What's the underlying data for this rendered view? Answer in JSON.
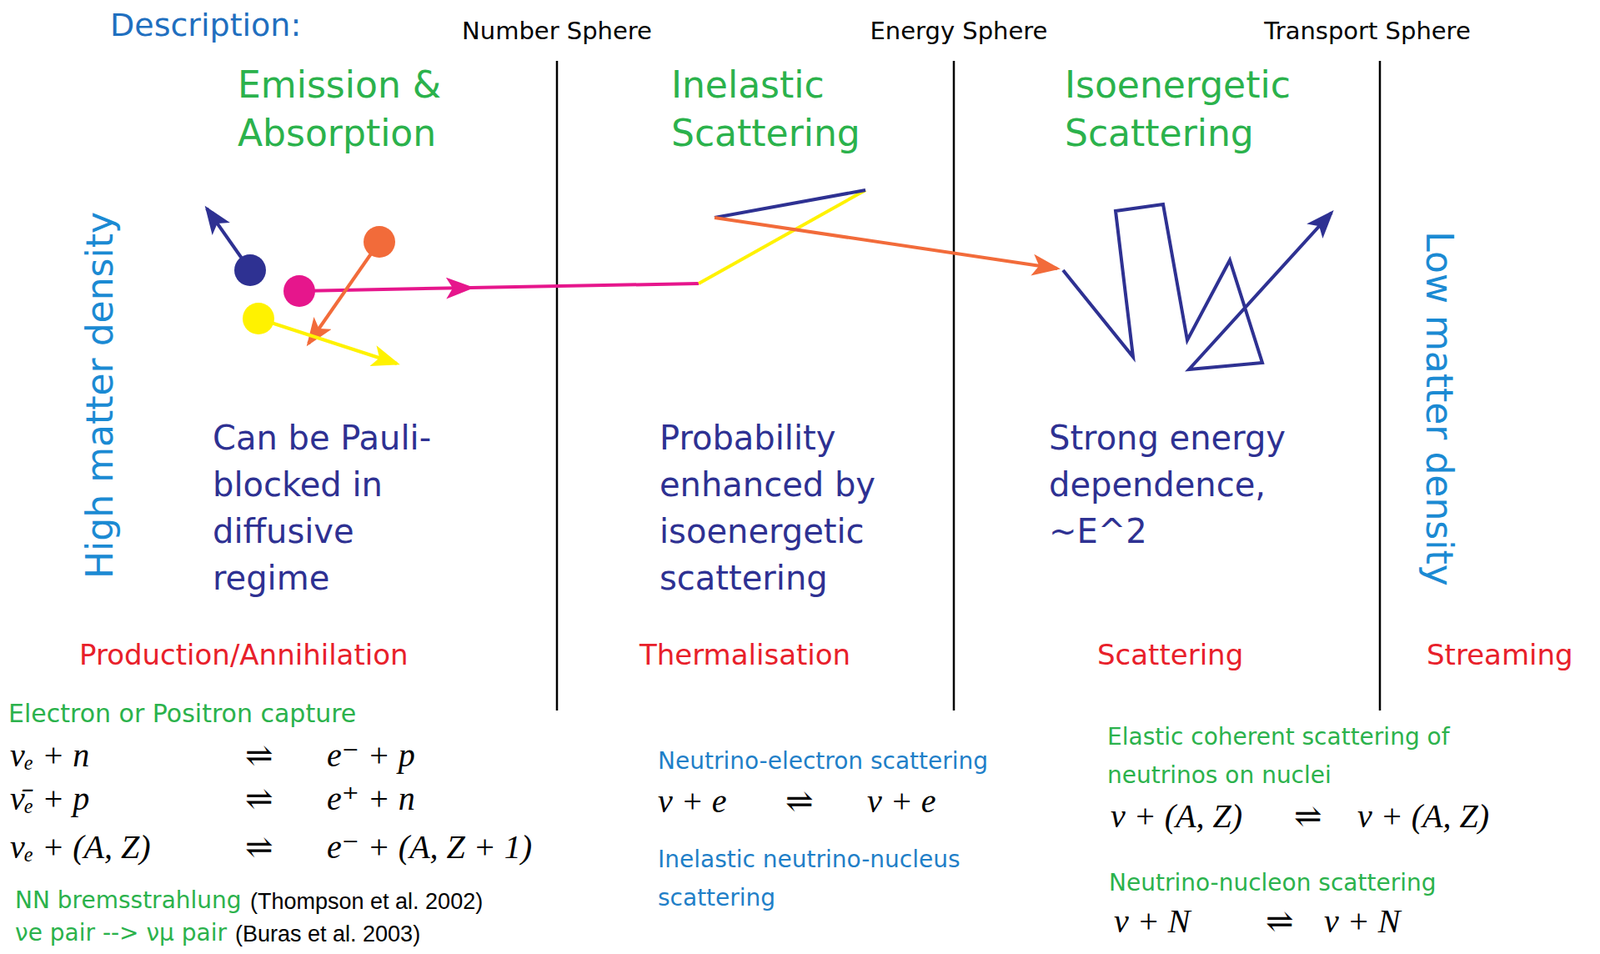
{
  "diagram": {
    "title": "Description:",
    "labels": [
      "Number Sphere",
      "Energy Sphere",
      "Transport Sphere",
      "Emission & Absorption",
      "Inelastic Scattering",
      "Isoenergetic Scattering",
      "High matter density",
      "Can be Pauli-blocked in diffusive regime",
      "Probability enhanced by isoenergetic scattering",
      "Strong energy dependence, ~E^2",
      "Low matter density",
      "Production/Annihilation",
      "Thermalisation",
      "Scattering",
      "Streaming",
      "Electron or Positron capture",
      "νₑ + n",
      "⇌",
      "e⁻ + p",
      "ν̄ₑ + p",
      "⇌",
      "e⁺ + n",
      "νₑ + (A, Z)",
      "⇌",
      "e⁻ + (A, Z + 1)",
      "NN bremsstrahlung",
      "(Thompson et al. 2002)",
      "νe pair --> νμ pair",
      "(Buras et al. 2003)",
      "Neutrino-electron scattering",
      "ν + e",
      "⇌",
      "ν + e",
      "Inelastic neutrino-nucleus scattering",
      "Elastic coherent scattering of neutrinos on nuclei",
      "ν + (A, Z)",
      "⇌",
      "ν + (A, Z)",
      "Neutrino-nucleon scattering",
      "ν + N",
      "⇌",
      "ν + N"
    ]
  }
}
